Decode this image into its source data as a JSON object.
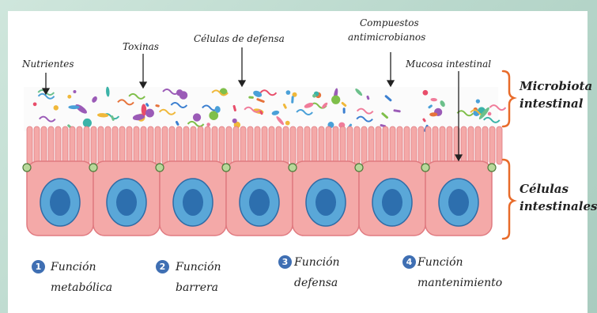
{
  "labels": {
    "nutrientes": "Nutrientes",
    "toxinas": "Toxinas",
    "celulas_defensa": "Células de defensa",
    "compuestos_line1": "Compuestos",
    "compuestos_line2": "antimicrobianos",
    "mucosa": "Mucosa intestinal"
  },
  "side_labels": {
    "microbiota_line1": "Microbiota",
    "microbiota_line2": "intestinal",
    "celulas_line1": "Células",
    "celulas_line2": "intestinales"
  },
  "functions": [
    {
      "num": "1",
      "line1": "Función",
      "line2": "metabólica"
    },
    {
      "num": "2",
      "line1": "Función",
      "line2": "barrera"
    },
    {
      "num": "3",
      "line1": "Función",
      "line2": "defensa"
    },
    {
      "num": "4",
      "line1": "Función",
      "line2": "mantenimiento"
    }
  ],
  "colors": {
    "cell_body": "#f4a9a8",
    "cell_border": "#e07a80",
    "nucleus": "#2d6fae",
    "brace": "#e86b2a",
    "badge": "#3f6fb3"
  }
}
